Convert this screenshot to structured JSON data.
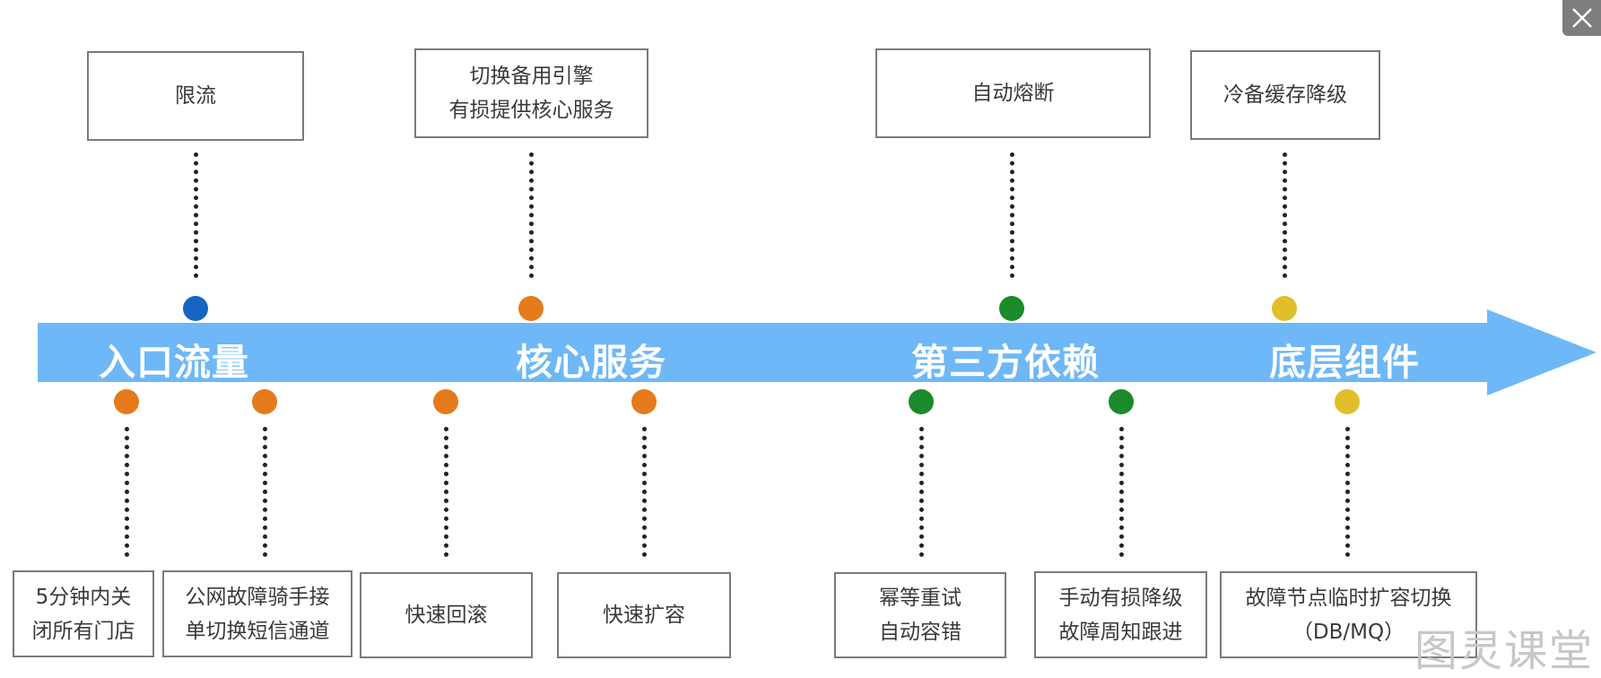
{
  "colors": {
    "arrow": "#6eb8f7",
    "blue": "#1565c0",
    "orange": "#e57a1c",
    "green": "#1a8a2a",
    "yellow": "#e1bf2b"
  },
  "stages": {
    "entry": "入口流量",
    "core": "核心服务",
    "third_party": "第三方依赖",
    "base": "底层组件"
  },
  "top_items": {
    "rate_limit": "限流",
    "switch_engine": "切换备用引擎\n有损提供核心服务",
    "circuit_break": "自动熔断",
    "cold_cache": "冷备缓存降级"
  },
  "bottom_items": {
    "close_stores": "5分钟内关\n闭所有门店",
    "sms_channel": "公网故障骑手接\n单切换短信通道",
    "rollback": "快速回滚",
    "scale_out": "快速扩容",
    "retry": "幂等重试\n自动容错",
    "manual_degrade": "手动有损降级\n故障周知跟进",
    "node_switch": "故障节点临时扩容切换\n（DB/MQ）"
  },
  "watermark": "图灵课堂",
  "close_icon": "×"
}
